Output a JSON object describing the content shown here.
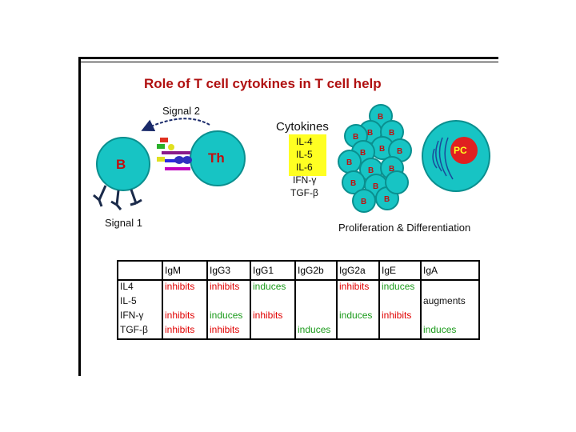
{
  "title": "Role of T cell cytokines in T cell help",
  "labels": {
    "signal2": "Signal 2",
    "signal1": "Signal 1",
    "b_cell": "B",
    "th_cell": "Th",
    "cytokines": "Cytokines",
    "pc": "PC",
    "prolif": "Proliferation & Differentiation",
    "cluster_b": "B"
  },
  "cytokines": [
    "IL-4",
    "IL-5",
    "IL-6",
    "IFN-γ",
    "TGF-β"
  ],
  "colors": {
    "cell": "#17c4c4",
    "cell_border": "#0a8f8f",
    "label_red": "#c01010",
    "highlight": "#ffff22",
    "inhibits": "#e00000",
    "induces": "#1a9a1a"
  },
  "table": {
    "headers": [
      "",
      "IgM",
      "IgG3",
      "IgG1",
      "IgG2b",
      "IgG2a",
      "IgE",
      "IgA"
    ],
    "row_labels": [
      "IL4",
      "IL-5",
      "IFN-γ",
      "TGF-β"
    ],
    "rows": [
      [
        "inhibits",
        "inhibits",
        "induces",
        "",
        "inhibits",
        "induces",
        ""
      ],
      [
        "",
        "",
        "",
        "",
        "",
        "",
        "augments"
      ],
      [
        "inhibits",
        "induces",
        "inhibits",
        "",
        "induces",
        "inhibits",
        ""
      ],
      [
        "inhibits",
        "inhibits",
        "",
        "induces",
        "",
        "",
        "induces"
      ]
    ]
  }
}
